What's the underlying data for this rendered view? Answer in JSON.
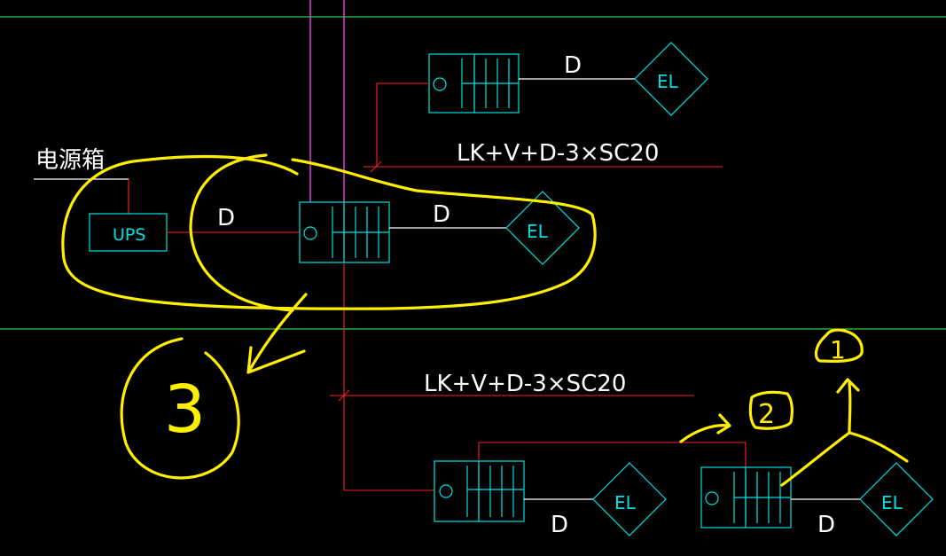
{
  "labels": {
    "power_box": "电源箱",
    "ups": "UPS",
    "wire_d": "D",
    "el": "EL",
    "cable_spec": "LK+V+D-3×SC20"
  },
  "annotations": {
    "mark_1": "1",
    "mark_2": "2",
    "mark_3": "3"
  },
  "colors": {
    "background": "#000000",
    "device": "#00e0e0",
    "wire_white": "#ffffff",
    "wire_red": "#ff2020",
    "riser_magenta": "#ff40ff",
    "floor_line_green": "#40ff40",
    "handwriting_yellow": "#ffee00"
  }
}
